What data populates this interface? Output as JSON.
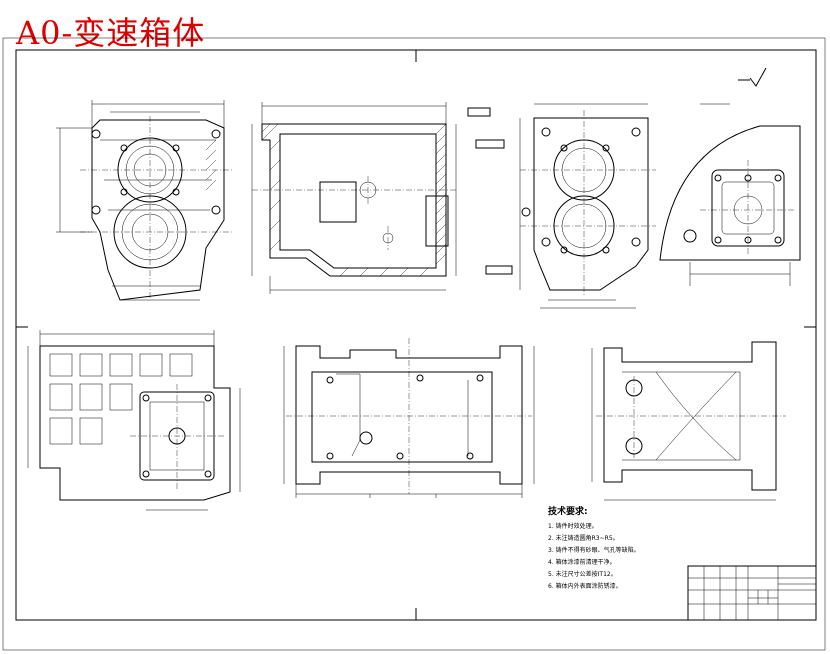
{
  "title": "A0-变速箱体",
  "colors": {
    "title": "#e10000",
    "ink": "#000000",
    "paper": "#ffffff"
  },
  "technical_requirements": {
    "heading": "技术要求:",
    "items": [
      "1. 铸件时效处理。",
      "2. 未注铸造圆角R3~R5。",
      "3. 铸件不得有砂眼、气孔等缺陷。",
      "4. 箱体涂漆前清理干净。",
      "5. 未注尺寸公差按IT12。",
      "6. 箱体内外表面涂防锈漆。"
    ]
  }
}
